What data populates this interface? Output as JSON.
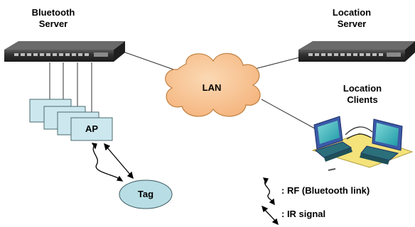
{
  "nodes": {
    "bluetooth_server": {
      "line1": "Bluetooth",
      "line2": "Server"
    },
    "location_server": {
      "line1": "Location",
      "line2": "Server"
    },
    "lan": "LAN",
    "location_clients": {
      "line1": "Location",
      "line2": "Clients"
    },
    "ap": "AP",
    "tag": "Tag"
  },
  "legend": {
    "rf": ":  RF (Bluetooth link)",
    "ir": ":  IR signal"
  },
  "colors": {
    "ap_fill": "#cce8ee",
    "tag_fill": "#b8dde4",
    "cloud_fill": "#f8c89a",
    "server_body": "#2a2a2a",
    "monitor_frame": "#3a5aa8",
    "screen": "#35b0b8",
    "desk": "#f4e27a"
  }
}
